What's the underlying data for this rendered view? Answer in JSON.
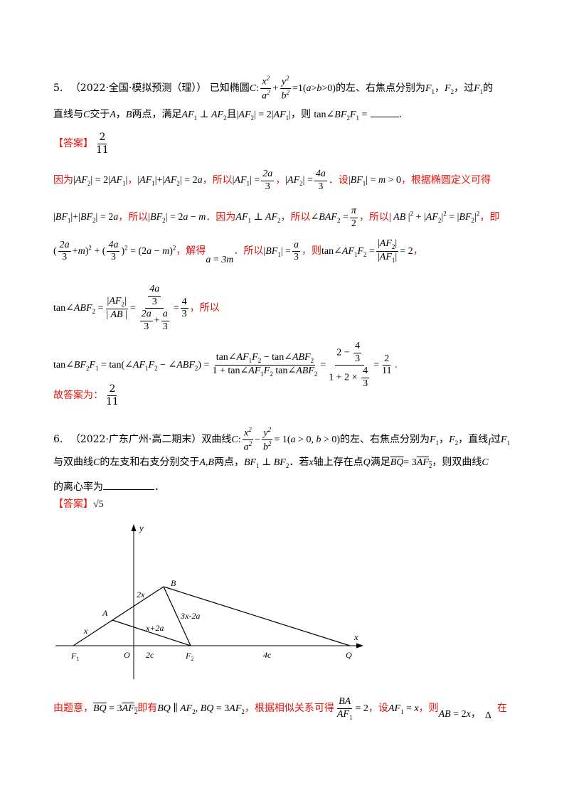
{
  "q5": {
    "number": "5.",
    "source": "（2022·全国·模拟预测（理））",
    "text_a": "已知椭圆",
    "text_b": "的左、右焦点分别为",
    "text_c": "，过",
    "text_d": "的",
    "line2_a": "直线与",
    "line2_b": "交于",
    "line2_c": "两点，满足",
    "line2_d": "且",
    "line2_e": "，则",
    "answer_label": "【答案】",
    "answer_num": "2",
    "answer_den": "11",
    "sol1_a": "因为",
    "sol1_b": "，所以",
    "sol1_c": "．设",
    "sol1_d": "，根据椭圆定义可得",
    "sol2_a": "，所以",
    "sol2_b": "．因为",
    "sol2_c": "，所以",
    "sol2_d": "，所以",
    "sol2_e": "，即",
    "sol3_a": "，解得",
    "sol3_b": "．所以",
    "sol3_c": "，则",
    "sol4_a": "，所以",
    "final_label": "故答案为：",
    "final_num": "2",
    "final_den": "11"
  },
  "q6": {
    "number": "6.",
    "source": "（2022·广东广州·高二期末）",
    "text_a": "双曲线",
    "text_b": "的左、右焦点分别为",
    "text_c": "，直线",
    "text_d": "过",
    "line2_a": "与双曲线",
    "line2_b": "的左支和右支分别交于",
    "line2_c": "两点，",
    "line2_d": "．若",
    "line2_e": "轴上存在点",
    "line2_f": "满足",
    "line2_g": "，则双曲线",
    "line3": "的离心率为",
    "line3_end": "．",
    "answer_label": "【答案】",
    "answer": "√5",
    "sol1_a": "由题意，",
    "sol1_b": "即有",
    "sol1_c": "，根据相似关系可得",
    "sol1_d": "，设",
    "sol1_e": "，则",
    "sol1_f": "在"
  },
  "diagram": {
    "labels": {
      "y": "y",
      "x": "x",
      "B": "B",
      "A": "A",
      "O": "O",
      "F1": "F",
      "F1_sub": "1",
      "F2": "F",
      "F2_sub": "2",
      "Q": "Q",
      "seg_2x": "2x",
      "seg_x": "x",
      "seg_x2a": "x+2a",
      "seg_3x2a": "3x-2a",
      "seg_2c": "2c",
      "seg_4c": "4c"
    }
  }
}
